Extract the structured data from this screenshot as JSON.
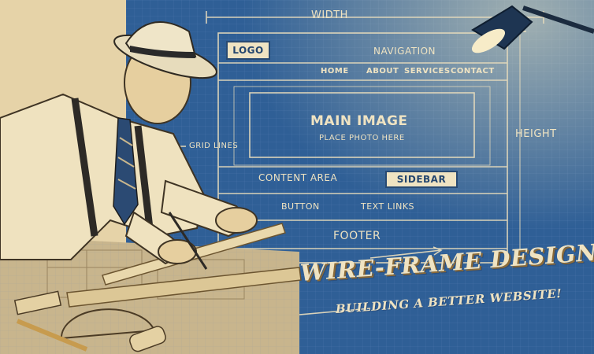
{
  "wireframe": {
    "width_label": "WIDTH",
    "height_label": "HEIGHT",
    "logo_label": "LOGO",
    "navigation_label": "NAVIGATION",
    "nav_links": [
      "HOME",
      "ABOUT",
      "SERVICES",
      "CONTACT"
    ],
    "main_image_label": "MAIN IMAGE",
    "main_image_sub": "PLACE PHOTO HERE",
    "grid_lines_label": "GRID LINES",
    "content_area_label": "CONTENT AREA",
    "sidebar_label": "SIDEBAR",
    "button_label": "BUTTON",
    "text_links_label": "TEXT LINKS",
    "footer_label": "FOOTER"
  },
  "poster": {
    "title": "WIRE-FRAME DESIGN",
    "tagline": "BUILDING A BETTER WEBSITE!"
  },
  "colors": {
    "blueprint": "#2f5f96",
    "blueprint_dark": "#234a78",
    "paper": "#e9d9b3",
    "ink": "#efe3c2"
  }
}
